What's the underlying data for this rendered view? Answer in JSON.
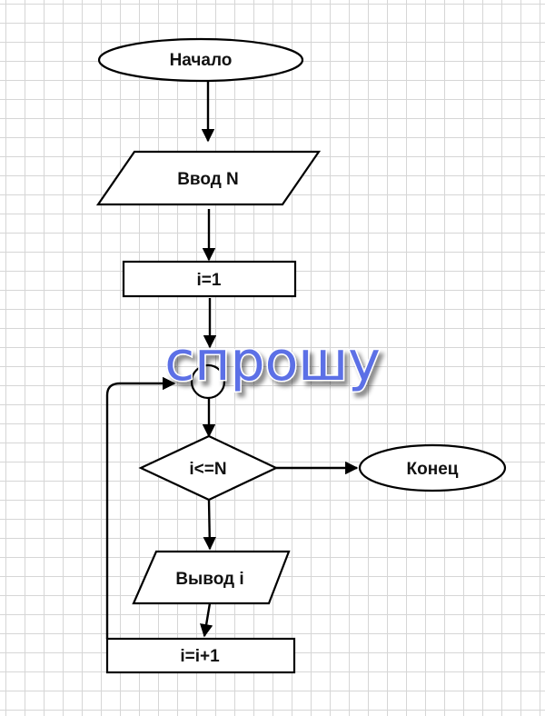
{
  "nodes": {
    "start": "Начало",
    "input": "Ввод N",
    "init": "i=1",
    "condition": "i<=N",
    "end": "Конец",
    "output": "Вывод i",
    "increment": "i=i+1"
  },
  "overlay_text": "спрошу",
  "colors": {
    "background": "#ffffff",
    "grid": "#d6d6d6",
    "stroke": "#000000",
    "overlay": "#5b6fe6"
  }
}
